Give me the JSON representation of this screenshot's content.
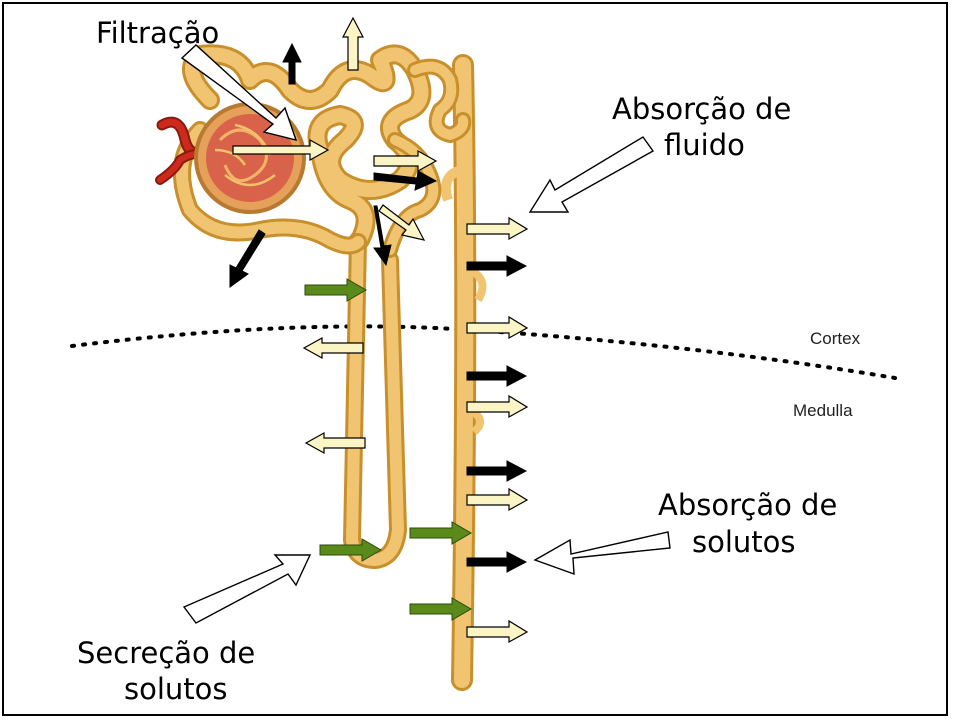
{
  "labels": {
    "filtration": "Filtração",
    "fluid_absorption_1": "Absorção de",
    "fluid_absorption_2": "fluido",
    "solute_absorption_1": "Absorção de",
    "solute_absorption_2": "solutos",
    "solute_secretion_1": "Secreção de",
    "solute_secretion_2": "solutos",
    "cortex": "Cortex",
    "medulla": "Medulla"
  },
  "colors": {
    "tubule": "#f0c470",
    "tubule_edge": "#c8902c",
    "glomerulus": "#d9634a",
    "artery": "#cc2a1a",
    "arrow_light": "#fbf4c4",
    "arrow_dark": "#000000",
    "arrow_green": "#5a8a1a"
  }
}
